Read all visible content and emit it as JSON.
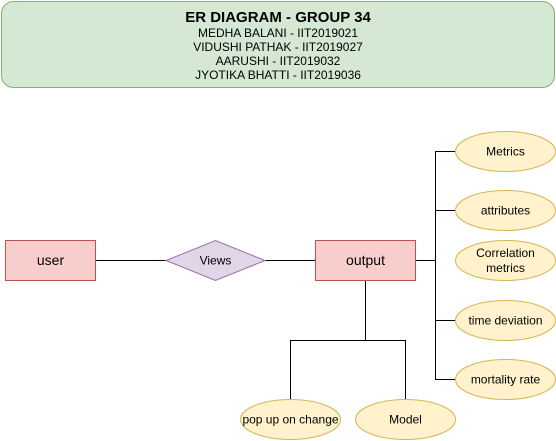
{
  "title_box": {
    "title": "ER DIAGRAM - GROUP 34",
    "members": [
      "MEDHA BALANI - IIT2019021",
      "VIDUSHI PATHAK - IIT2019027",
      "AARUSHI - IIT2019032",
      "JYOTIKA BHATTI - IIT2019036"
    ]
  },
  "entities": {
    "user": "user",
    "output": "output"
  },
  "relationship": {
    "views": "Views"
  },
  "attributes": {
    "metrics": "Metrics",
    "attributes": "attributes",
    "correlation_metrics": [
      "Correlation",
      "metrics"
    ],
    "time_deviation": "time deviation",
    "mortality_rate": "mortality rate",
    "pop_up_on_change": "pop up on change",
    "model": "Model"
  },
  "colors": {
    "title_fill": "#d5e8d4",
    "title_stroke": "#82b366",
    "entity_fill": "#f8cecc",
    "entity_stroke": "#b85450",
    "relationship_fill": "#e1d5e7",
    "relationship_stroke": "#9673a6",
    "attribute_fill": "#fff2cc",
    "attribute_stroke": "#d6b656",
    "line": "#000000"
  }
}
